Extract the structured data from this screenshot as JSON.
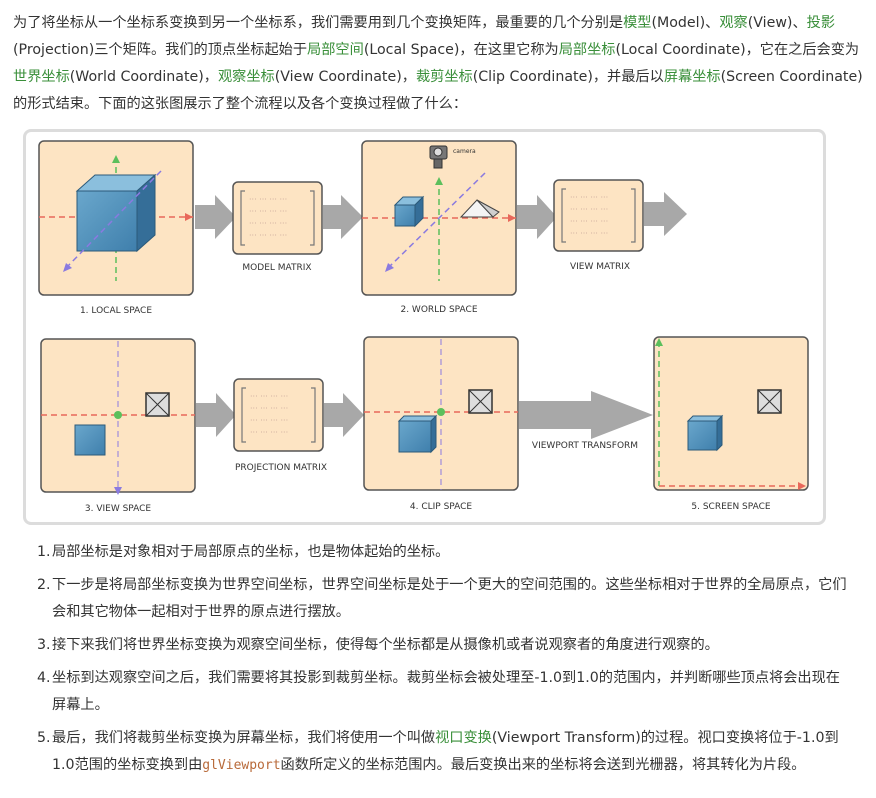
{
  "intro": {
    "s1": "为了将坐标从一个坐标系变换到另一个坐标系，我们需要用到几个变换矩阵，最重要的几个分别是",
    "model": "模型",
    "s2": "(Model)、",
    "view": "观察",
    "s3": "(View)、",
    "projection": "投影",
    "s4": "(Projection)三个矩阵。我们的顶点坐标起始于",
    "local_space": "局部空间",
    "s5": "(Local Space)，在这里它称为",
    "local_coord": "局部坐标",
    "s6": "(Local Coordinate)，它在之后会变为",
    "world_coord": "世界坐标",
    "s7": "(World Coordinate)，",
    "view_coord": "观察坐标",
    "s8": "(View Coordinate)，",
    "clip_coord": "裁剪坐标",
    "s9": "(Clip Coordinate)，并最后以",
    "screen_coord": "屏幕坐标",
    "s10": "(Screen Coordinate)的形式结束。下面的这张图展示了整个流程以及各个变换过程做了什么："
  },
  "diagram": {
    "camera_label": "camera",
    "spaces": {
      "local": "1. LOCAL SPACE",
      "world": "2. WORLD SPACE",
      "view": "3. VIEW SPACE",
      "clip": "4. CLIP SPACE",
      "screen": "5. SCREEN SPACE"
    },
    "matrices": {
      "model": "MODEL MATRIX",
      "view": "VIEW MATRIX",
      "projection": "PROJECTION MATRIX",
      "viewport": "VIEWPORT TRANSFORM"
    }
  },
  "steps": [
    {
      "num": "1.",
      "text": "局部坐标是对象相对于局部原点的坐标，也是物体起始的坐标。"
    },
    {
      "num": "2.",
      "text": "下一步是将局部坐标变换为世界空间坐标，世界空间坐标是处于一个更大的空间范围的。这些坐标相对于世界的全局原点，它们会和其它物体一起相对于世界的原点进行摆放。"
    },
    {
      "num": "3.",
      "text": "接下来我们将世界坐标变换为观察空间坐标，使得每个坐标都是从摄像机或者说观察者的角度进行观察的。"
    },
    {
      "num": "4.",
      "text": "坐标到达观察空间之后，我们需要将其投影到裁剪坐标。裁剪坐标会被处理至-1.0到1.0的范围内，并判断哪些顶点将会出现在屏幕上。"
    },
    {
      "num": "5.",
      "a": "最后，我们将裁剪坐标变换为屏幕坐标，我们将使用一个叫做",
      "link": "视口变换",
      "b": "(Viewport Transform)的过程。视口变换将位于-1.0到1.0范围的坐标变换到由",
      "code": "glViewport",
      "c": "函数所定义的坐标范围内。最后变换出来的坐标将会送到光栅器，将其转化为片段。"
    }
  ]
}
